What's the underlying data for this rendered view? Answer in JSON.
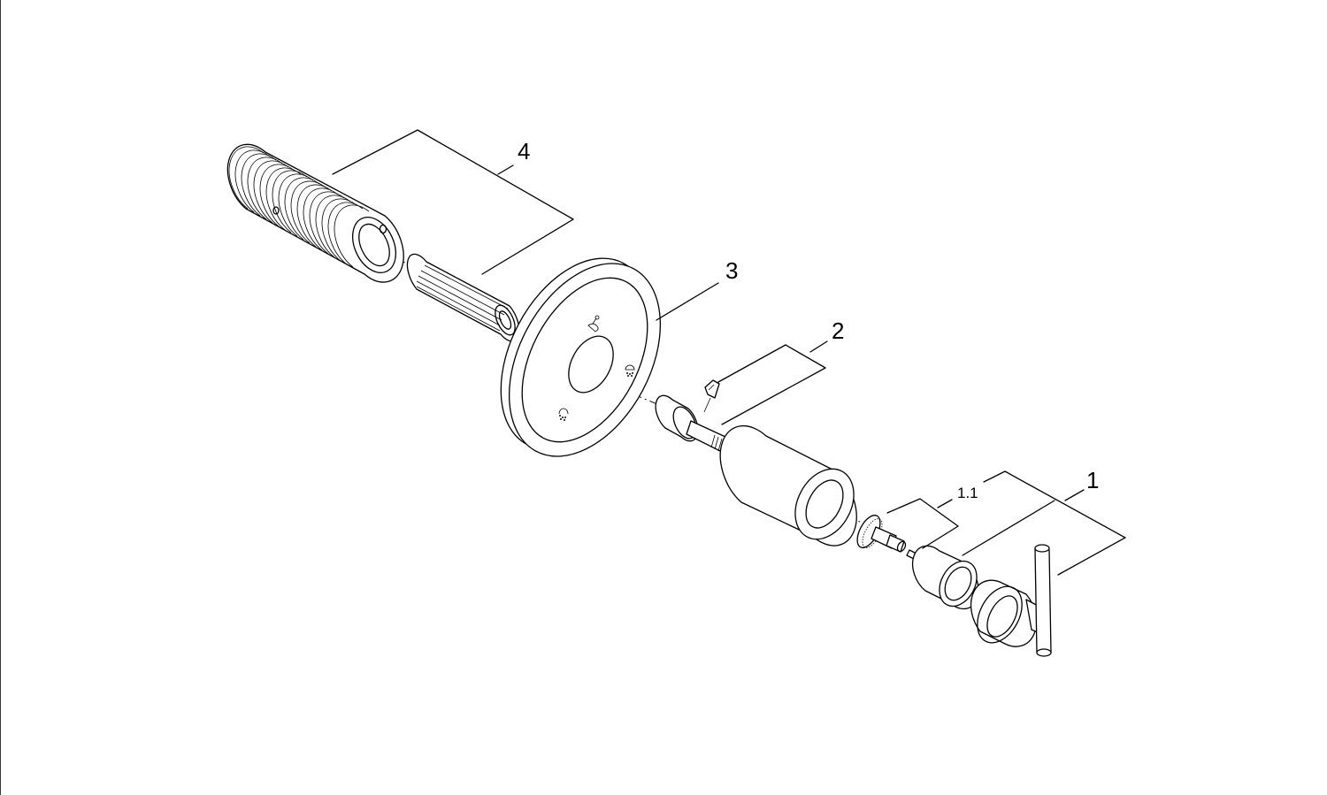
{
  "callouts": {
    "part_1": "1",
    "part_1_1": "1.1",
    "part_2": "2",
    "part_3": "3",
    "part_4": "4"
  },
  "colors": {
    "line": "#000000",
    "background": "#ffffff"
  }
}
